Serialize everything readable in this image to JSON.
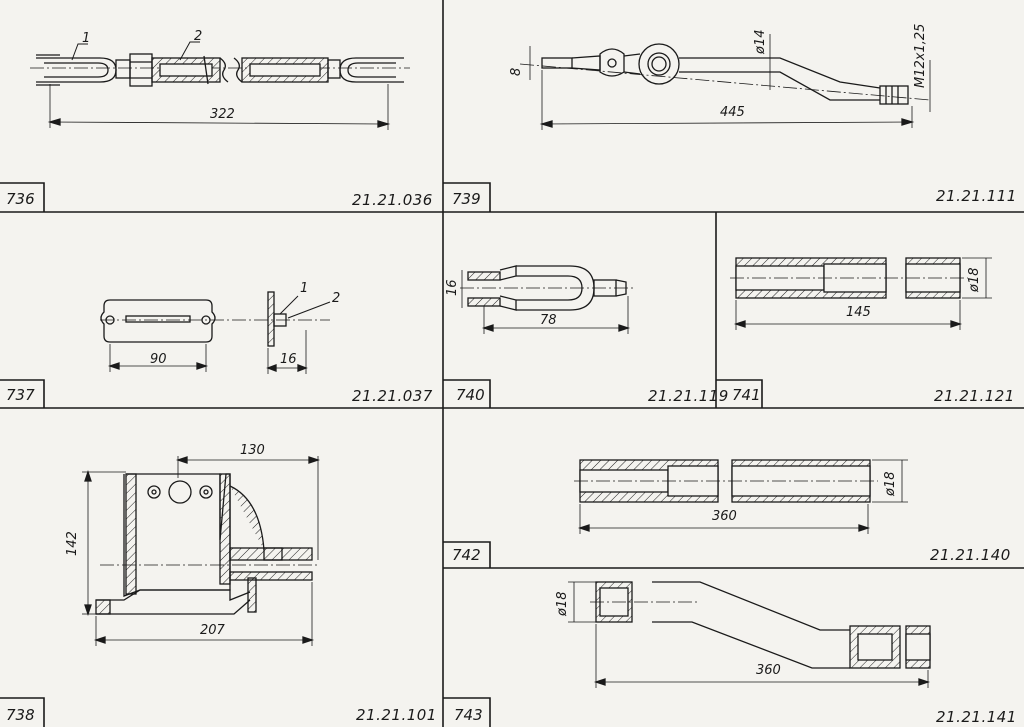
{
  "panels": [
    {
      "number": "736",
      "code": "21.21.036",
      "dims": [
        "322"
      ],
      "callouts": [
        "1",
        "2"
      ]
    },
    {
      "number": "739",
      "code": "21.21.111",
      "dims": [
        "8",
        "ø14",
        "M12x1,25",
        "445"
      ]
    },
    {
      "number": "737",
      "code": "21.21.037",
      "dims": [
        "90",
        "16"
      ],
      "callouts": [
        "1",
        "2"
      ]
    },
    {
      "number": "740",
      "code": "21.21.119",
      "dims": [
        "16",
        "78"
      ]
    },
    {
      "number": "741",
      "code": "21.21.121",
      "dims": [
        "ø18",
        "145"
      ]
    },
    {
      "number": "738",
      "code": "21.21.101",
      "dims": [
        "130",
        "142",
        "207"
      ]
    },
    {
      "number": "742",
      "code": "21.21.140",
      "dims": [
        "ø18",
        "360"
      ]
    },
    {
      "number": "743",
      "code": "21.21.141",
      "dims": [
        "ø18",
        "360"
      ]
    }
  ]
}
